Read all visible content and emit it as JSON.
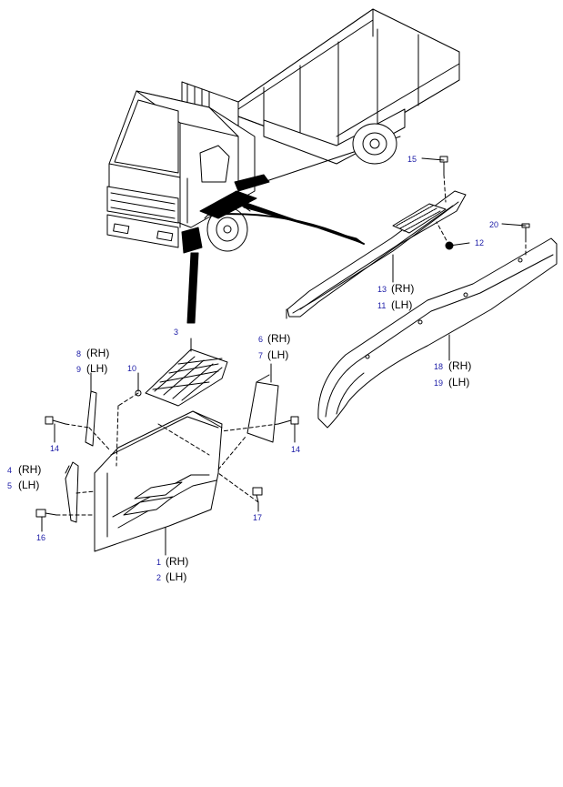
{
  "colors": {
    "callout_number": "#1a1aa6",
    "line": "#000000",
    "background": "#ffffff"
  },
  "callouts": {
    "p1": {
      "num": "1",
      "side": "(RH)"
    },
    "p2": {
      "num": "2",
      "side": "(LH)"
    },
    "p3": {
      "num": "3"
    },
    "p4": {
      "num": "4",
      "side": "(RH)"
    },
    "p5": {
      "num": "5",
      "side": "(LH)"
    },
    "p6": {
      "num": "6",
      "side": "(RH)"
    },
    "p7": {
      "num": "7",
      "side": "(LH)"
    },
    "p8": {
      "num": "8",
      "side": "(RH)"
    },
    "p9": {
      "num": "9",
      "side": "(LH)"
    },
    "p10": {
      "num": "10"
    },
    "p11": {
      "num": "11",
      "side": "(LH)"
    },
    "p12": {
      "num": "12"
    },
    "p13": {
      "num": "13",
      "side": "(RH)"
    },
    "p14a": {
      "num": "14"
    },
    "p14b": {
      "num": "14"
    },
    "p15": {
      "num": "15"
    },
    "p16": {
      "num": "16"
    },
    "p17": {
      "num": "17"
    },
    "p18": {
      "num": "18",
      "side": "(RH)"
    },
    "p19": {
      "num": "19",
      "side": "(LH)"
    },
    "p20": {
      "num": "20"
    }
  }
}
